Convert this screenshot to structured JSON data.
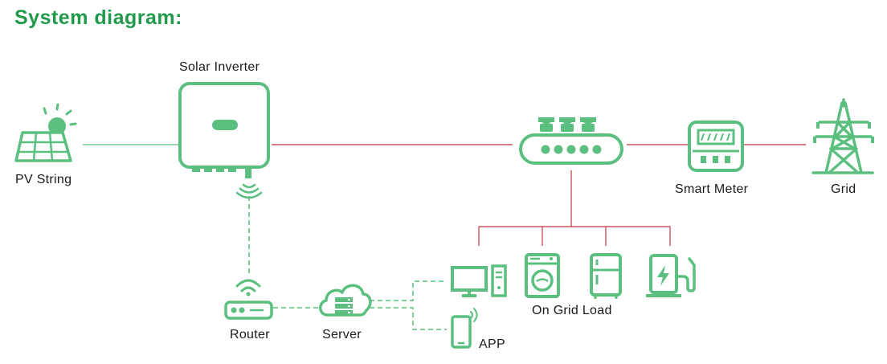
{
  "title": "System diagram:",
  "colors": {
    "brand_green": "#5bbf7f",
    "title_green": "#1f9a4a",
    "ac_line": "#c4333f",
    "dc_line": "#5bbf7f"
  },
  "nodes": {
    "pv_string": {
      "label": "PV String",
      "icon": "solar-panel-icon"
    },
    "solar_inverter": {
      "label": "Solar Inverter",
      "icon": "inverter-icon"
    },
    "distribution_box": {
      "icon": "distribution-box-icon"
    },
    "smart_meter": {
      "label": "Smart Meter",
      "icon": "smart-meter-icon"
    },
    "grid": {
      "label": "Grid",
      "icon": "power-tower-icon"
    },
    "router": {
      "label": "Router",
      "icon": "router-icon"
    },
    "server": {
      "label": "Server",
      "icon": "cloud-server-icon"
    },
    "app": {
      "label": "APP",
      "icon": "smartphone-icon"
    },
    "on_grid_load": {
      "label": "On Grid Load",
      "items": [
        "computer-icon",
        "washing-machine-icon",
        "refrigerator-icon",
        "ev-charger-icon"
      ]
    }
  }
}
